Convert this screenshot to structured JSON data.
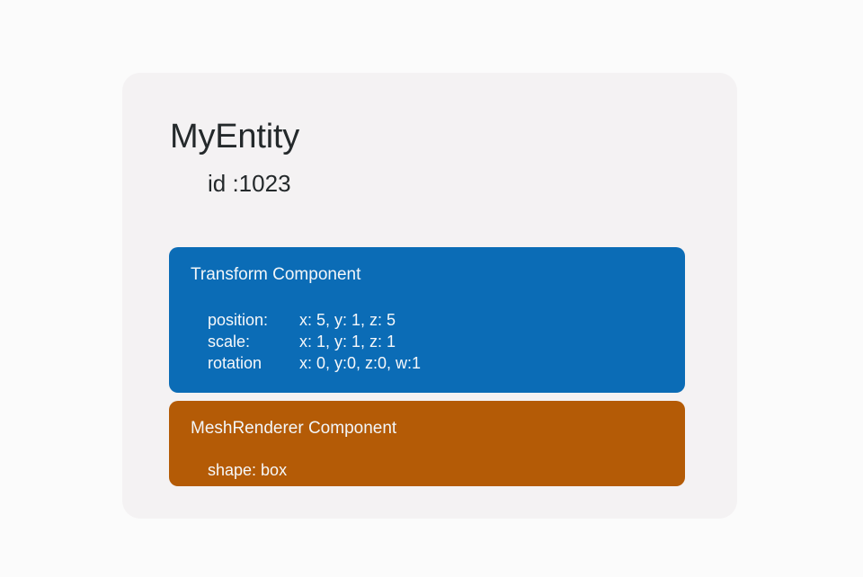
{
  "page": {
    "background_color": "#fbfbfb"
  },
  "entity_card": {
    "background_color": "#f4f2f3",
    "title": "MyEntity",
    "id_label": "id :1023"
  },
  "components": [
    {
      "name": "transform",
      "title": "Transform Component",
      "color": "#0b6cb6",
      "properties": [
        {
          "key": "position:",
          "value": "x: 5, y: 1, z: 5"
        },
        {
          "key": "scale:",
          "value": "x: 1, y: 1, z: 1"
        },
        {
          "key": "rotation",
          "value": "x: 0, y:0, z:0, w:1"
        }
      ]
    },
    {
      "name": "meshrenderer",
      "title": "MeshRenderer Component",
      "color": "#b45b06",
      "properties": [
        {
          "key": "shape: box",
          "value": ""
        }
      ]
    }
  ]
}
